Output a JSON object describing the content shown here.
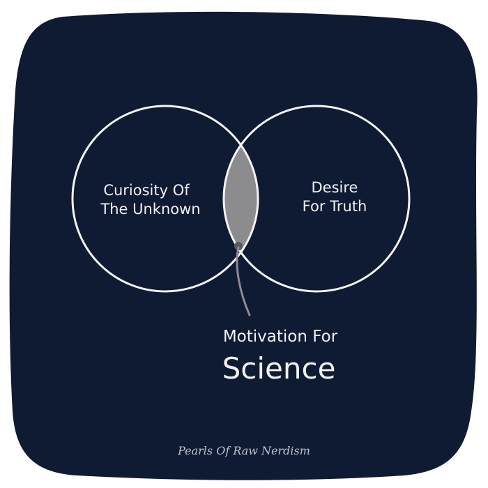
{
  "colors": {
    "background_panel": "#0f1a33",
    "circle_stroke": "#f4f4f4",
    "intersection_fill": "#8c8c8f",
    "text": "#f2f2f2",
    "credit_text": "#bfc3cc",
    "pointer": "#8c8c8f"
  },
  "diagram": {
    "left_set": {
      "line1": "Curiosity Of",
      "line2": "The Unknown"
    },
    "right_set": {
      "line1": "Desire",
      "line2": "For Truth"
    },
    "intersection": {
      "line1": "Motivation For",
      "line2": "Science"
    }
  },
  "footer": {
    "credit": "Pearls Of Raw Nerdism"
  }
}
